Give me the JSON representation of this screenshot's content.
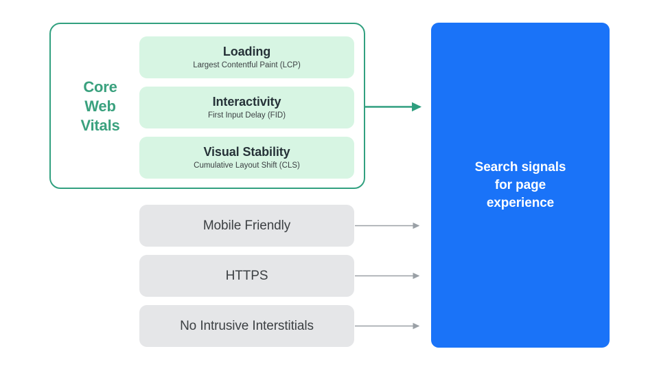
{
  "diagram": {
    "title": "Search signals for page experience",
    "colors": {
      "core_web_vitals_outline": "#31a07f",
      "core_web_vitals_label": "#3aa17e",
      "metric_box_fill": "#d7f5e3",
      "signal_box_fill": "#e5e6e8",
      "destination_fill": "#1a73f8",
      "destination_text": "#ffffff",
      "body_text": "#3c4043",
      "green_arrow": "#2e9e7e",
      "gray_arrow": "#9aa0a6"
    }
  },
  "core_web_vitals": {
    "label_lines": [
      "Core",
      "Web",
      "Vitals"
    ],
    "metrics": [
      {
        "title": "Loading",
        "subtitle": "Largest Contentful Paint (LCP)",
        "abbr": "LCP"
      },
      {
        "title": "Interactivity",
        "subtitle": "First Input Delay (FID)",
        "abbr": "FID"
      },
      {
        "title": "Visual Stability",
        "subtitle": "Cumulative Layout Shift (CLS)",
        "abbr": "CLS"
      }
    ]
  },
  "other_signals": [
    {
      "label": "Mobile Friendly"
    },
    {
      "label": "HTTPS"
    },
    {
      "label": "No Intrusive Interstitials"
    }
  ],
  "destination": {
    "text": "Search signals\nfor page\nexperience"
  },
  "arrows": [
    {
      "name": "core-web-vitals-to-destination",
      "color": "#2e9e7e"
    },
    {
      "name": "mobile-friendly-to-destination",
      "color": "#9aa0a6"
    },
    {
      "name": "https-to-destination",
      "color": "#9aa0a6"
    },
    {
      "name": "no-intrusive-interstitials-to-destination",
      "color": "#9aa0a6"
    }
  ]
}
